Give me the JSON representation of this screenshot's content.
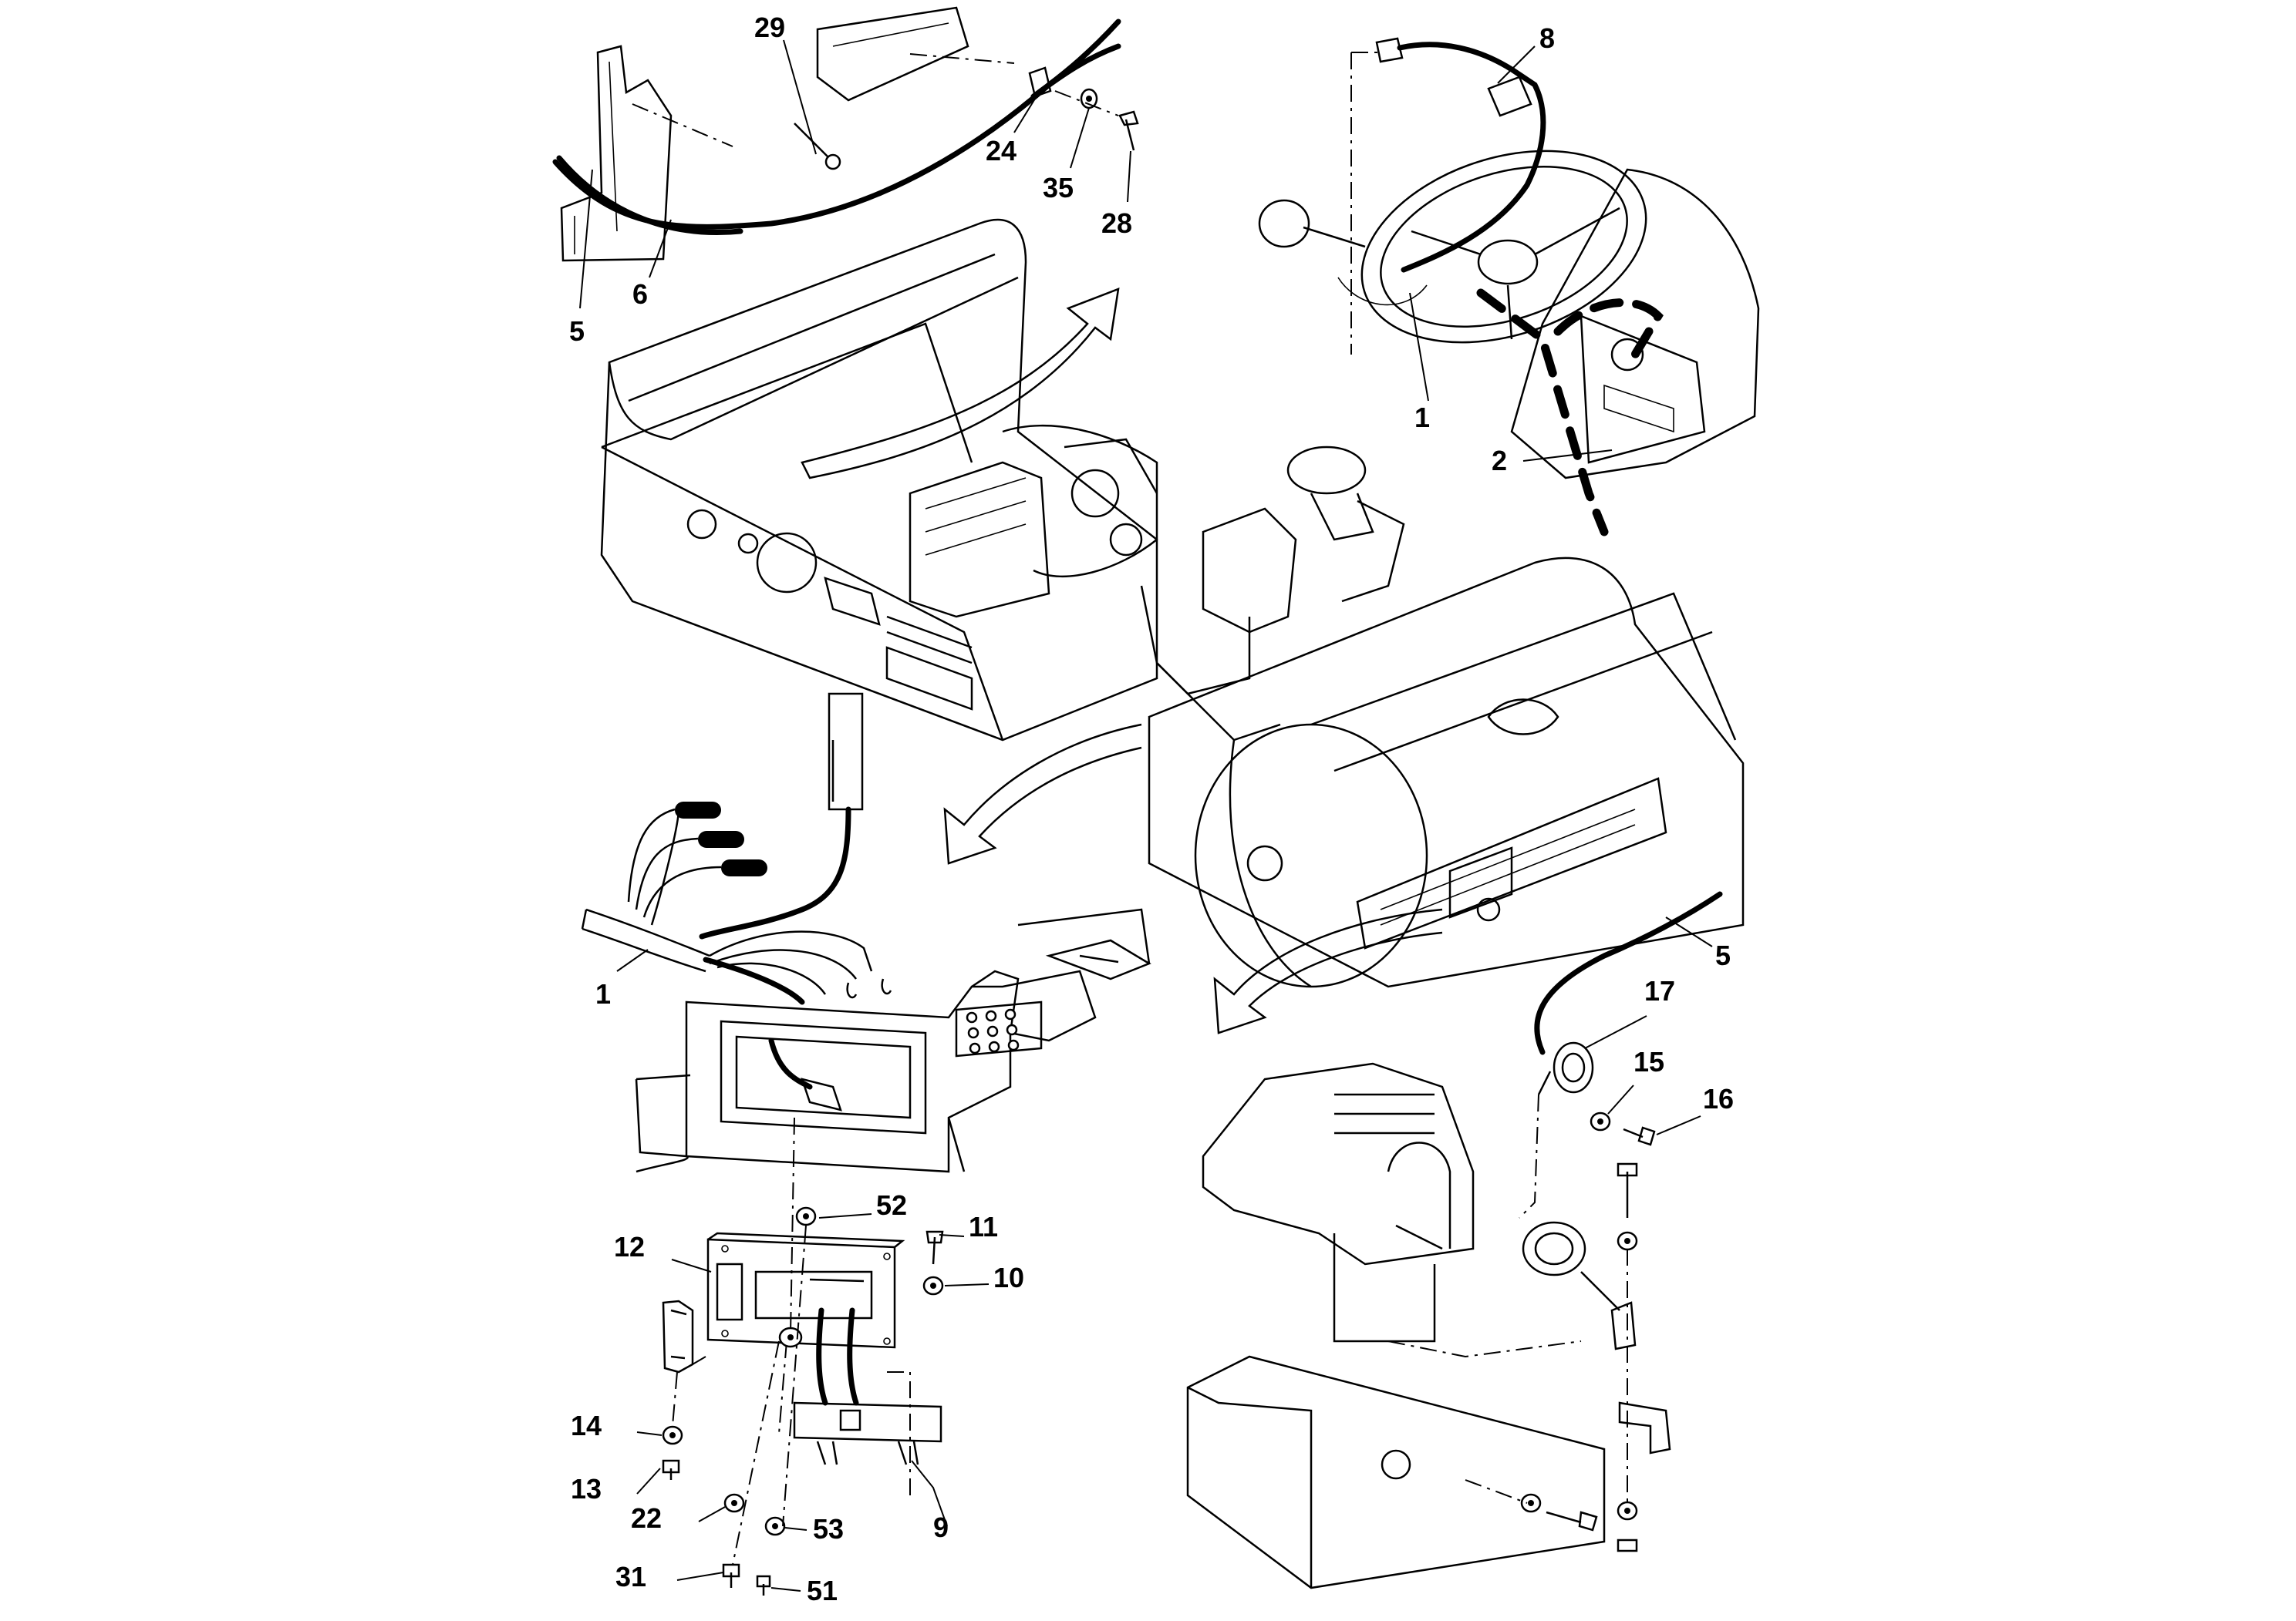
{
  "callouts": {
    "c29": "29",
    "c24": "24",
    "c35": "35",
    "c28": "28",
    "c5_top": "5",
    "c6": "6",
    "c8": "8",
    "c1_top": "1",
    "c2": "2",
    "c1_mid": "1",
    "c5_mid": "5",
    "c17": "17",
    "c15": "15",
    "c16": "16",
    "c52": "52",
    "c11": "11",
    "c12": "12",
    "c10": "10",
    "c14": "14",
    "c13": "13",
    "c22": "22",
    "c53": "53",
    "c9": "9",
    "c31": "31",
    "c51": "51"
  }
}
